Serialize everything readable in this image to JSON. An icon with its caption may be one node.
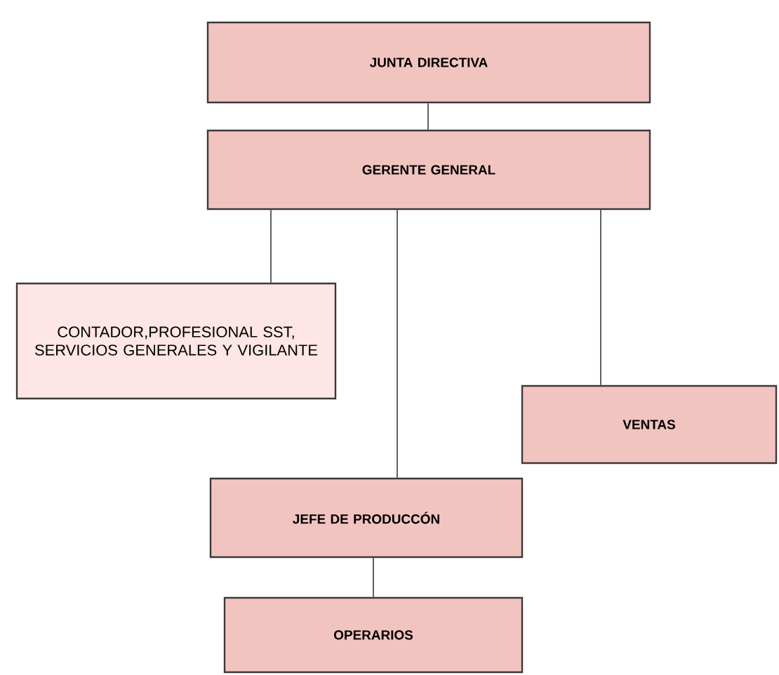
{
  "diagram": {
    "nodes": [
      {
        "text": [
          "JUNTA DIRECTIVA"
        ]
      },
      {
        "text": [
          "GERENTE GENERAL"
        ]
      },
      {
        "text": [
          "CONTADOR,PROFESIONAL SST, SERVICIOS GENERALES Y VIGILANTE"
        ]
      },
      {
        "text": [
          "VENTAS"
        ]
      },
      {
        "text": [
          "JEFE DE PRODUCCÓN"
        ]
      },
      {
        "text": [
          "OPERARIOS"
        ]
      }
    ],
    "edges": [
      {
        "from": 0,
        "to": 1,
        "arrow": "none"
      },
      {
        "from": 1,
        "to": 2,
        "arrow": "none"
      },
      {
        "from": 1,
        "to": 4,
        "arrow": "none"
      },
      {
        "from": 1,
        "to": 3,
        "arrow": "none"
      },
      {
        "from": 4,
        "to": 5,
        "arrow": "none"
      }
    ]
  }
}
